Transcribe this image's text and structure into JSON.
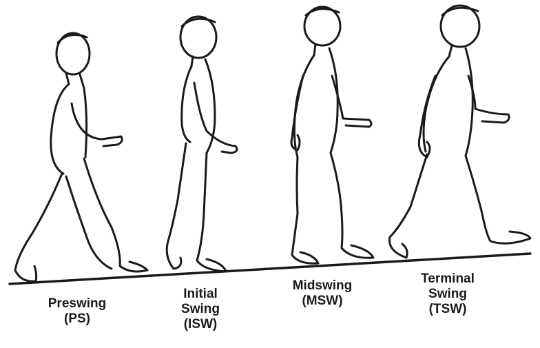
{
  "phases": [
    {
      "lines": [
        "Preswing",
        "(PS)"
      ]
    },
    {
      "lines": [
        "Initial",
        "Swing",
        "(ISW)"
      ]
    },
    {
      "lines": [
        "Midswing",
        "(MSW)"
      ]
    },
    {
      "lines": [
        "Terminal",
        "Swing",
        "(TSW)"
      ]
    }
  ],
  "colors": {
    "ink": "#1a1a1a",
    "background": "#ffffff"
  }
}
